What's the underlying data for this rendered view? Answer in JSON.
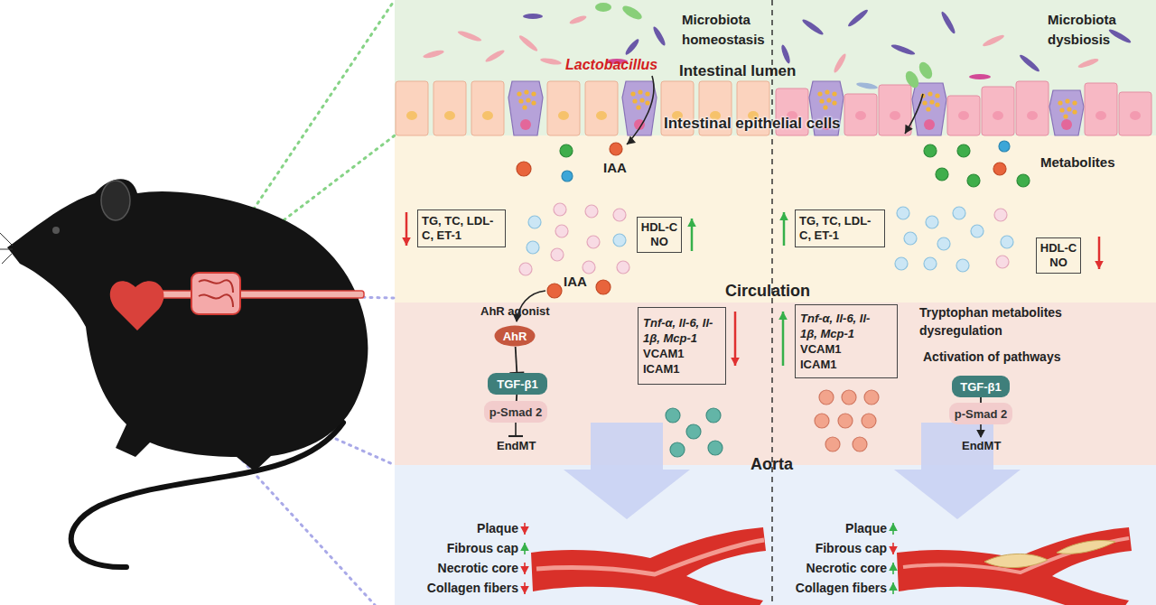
{
  "diagram": {
    "nodes": [
      {
        "text": [
          "TG, TC, LDL-C, ET-1"
        ]
      },
      {
        "text": [
          "HDL-C NO"
        ]
      },
      {
        "text": [
          "TG, TC, LDL-C, ET-1"
        ]
      },
      {
        "text": [
          "HDL-C NO"
        ]
      },
      {
        "text": [
          "AhR"
        ]
      },
      {
        "text": [
          "TGF-β1"
        ]
      },
      {
        "text": [
          "p-Smad 2"
        ]
      },
      {
        "text": [
          "Tnf-α, Il-6, Il-1β, Mcp-1",
          "VCAM1 ICAM1"
        ]
      },
      {
        "text": [
          "Tnf-α, Il-6, Il-1β, Mcp-1",
          "VCAM1 ICAM1"
        ]
      },
      {
        "text": [
          "TGF-β1"
        ]
      },
      {
        "text": [
          "p-Smad 2"
        ]
      }
    ],
    "edges": [
      {
        "from": 4,
        "to": 5,
        "arrow": "to"
      },
      {
        "from": 5,
        "to": 6,
        "arrow": "none"
      },
      {
        "from": 9,
        "to": 10,
        "arrow": "none"
      }
    ],
    "labels": [
      "Microbiota homeostasis",
      "Microbiota dysbiosis",
      "Lactobacillus",
      "Intestinal lumen",
      "Intestinal epithelial cells",
      "IAA",
      "Metabolites",
      "IAA",
      "Circulation",
      "AhR agonist",
      "EndMT",
      "Tryptophan metabolites dysregulation",
      "Activation of pathways",
      "EndMT",
      "Aorta",
      "Plaque",
      "Fibrous cap",
      "Necrotic core",
      "Collagen fibers",
      "Plaque",
      "Fibrous cap",
      "Necrotic core",
      "Collagen fibers"
    ]
  }
}
